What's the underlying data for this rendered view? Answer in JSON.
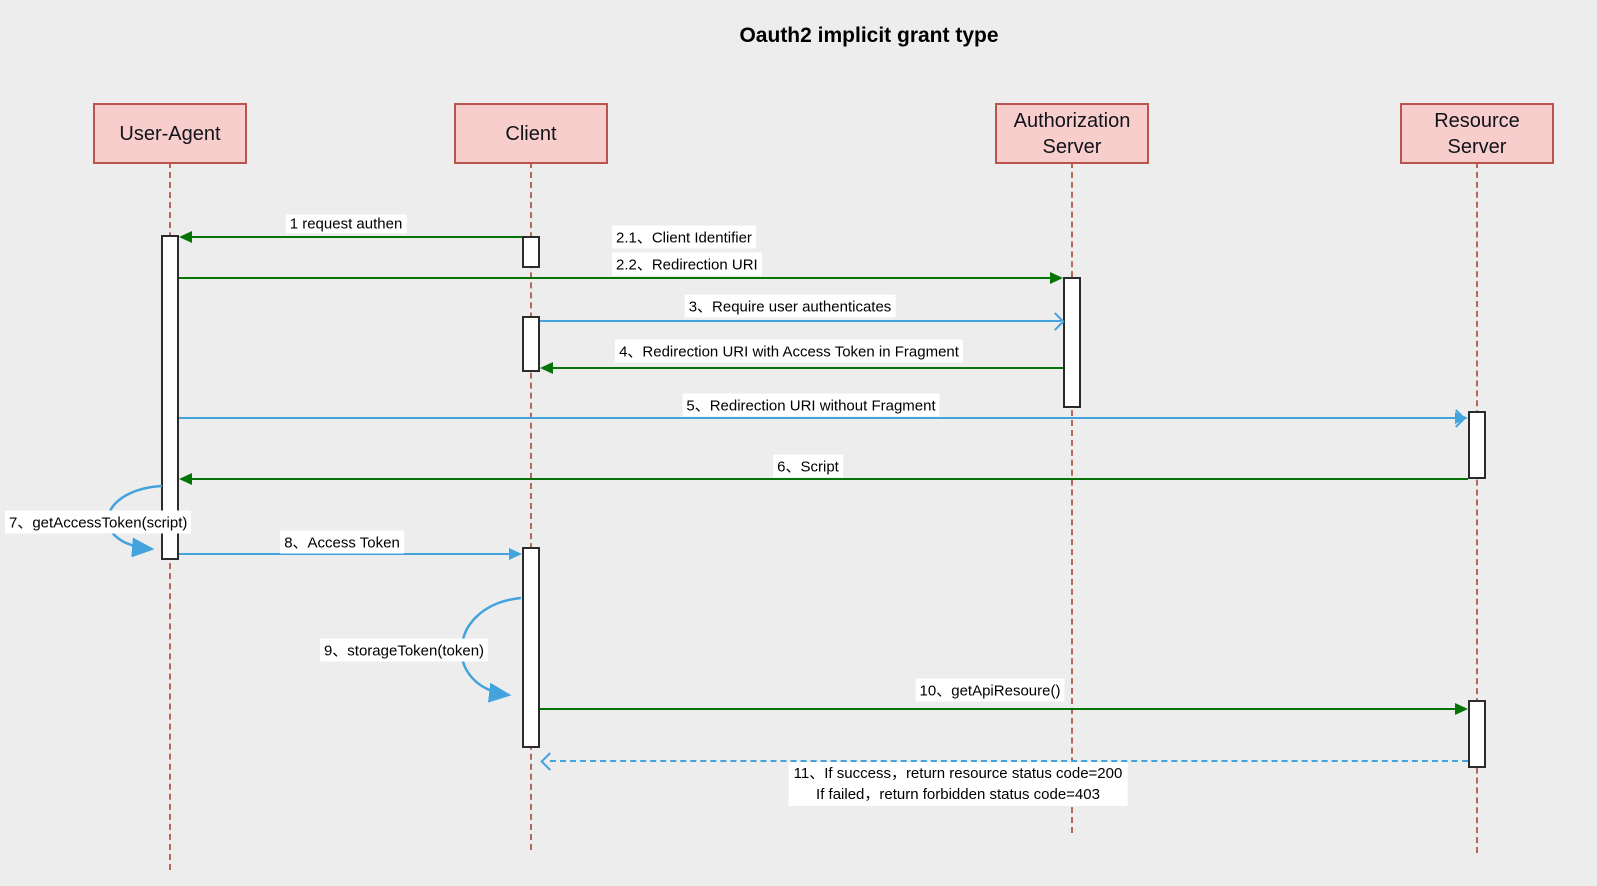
{
  "title": "Oauth2 implicit grant type",
  "participants": [
    {
      "name": "User-Agent"
    },
    {
      "name": "Client"
    },
    {
      "name": "Authorization Server"
    },
    {
      "name": "Resource Server"
    }
  ],
  "messages": [
    {
      "num": "1",
      "label": "1 request authen",
      "from": "Client",
      "to": "User-Agent",
      "color": "green",
      "line": "solid"
    },
    {
      "num": "2",
      "label_line1": "2.1、Client Identifier",
      "label_line2": "2.2、Redirection URI",
      "from": "User-Agent",
      "to": "Authorization Server",
      "color": "green",
      "line": "solid"
    },
    {
      "num": "3",
      "label": "3、Require user authenticates",
      "from": "Client",
      "to": "Authorization Server",
      "color": "blue",
      "line": "solid"
    },
    {
      "num": "4",
      "label": "4、Redirection URI with Access Token in Fragment",
      "from": "Authorization Server",
      "to": "Client",
      "color": "green",
      "line": "solid"
    },
    {
      "num": "5",
      "label": "5、Redirection URI without Fragment",
      "from": "User-Agent",
      "to": "Resource Server",
      "color": "blue",
      "line": "solid"
    },
    {
      "num": "6",
      "label": "6、Script",
      "from": "Resource Server",
      "to": "User-Agent",
      "color": "green",
      "line": "solid"
    },
    {
      "num": "7",
      "label": "7、getAccessToken(script)",
      "from": "User-Agent",
      "to": "User-Agent",
      "color": "blue",
      "line": "self-loop"
    },
    {
      "num": "8",
      "label": "8、Access Token",
      "from": "User-Agent",
      "to": "Client",
      "color": "blue",
      "line": "solid"
    },
    {
      "num": "9",
      "label": "9、storageToken(token)",
      "from": "Client",
      "to": "Client",
      "color": "blue",
      "line": "self-loop"
    },
    {
      "num": "10",
      "label": "10、getApiResoure()",
      "from": "Client",
      "to": "Resource Server",
      "color": "green",
      "line": "solid"
    },
    {
      "num": "11",
      "label_line1": "11、If success，return resource status code=200",
      "label_line2": "If failed，return forbidden status code=403",
      "from": "Resource Server",
      "to": "Client",
      "color": "blue",
      "line": "dashed"
    }
  ],
  "colors": {
    "background": "#ededed",
    "participant_fill": "#f8cecc",
    "participant_border": "#b85450",
    "lifeline": "#b5675c",
    "green_arrow": "#067306",
    "blue_arrow": "#42a3dd",
    "activation_fill": "#ffffff",
    "activation_border": "#2b2b2b"
  }
}
